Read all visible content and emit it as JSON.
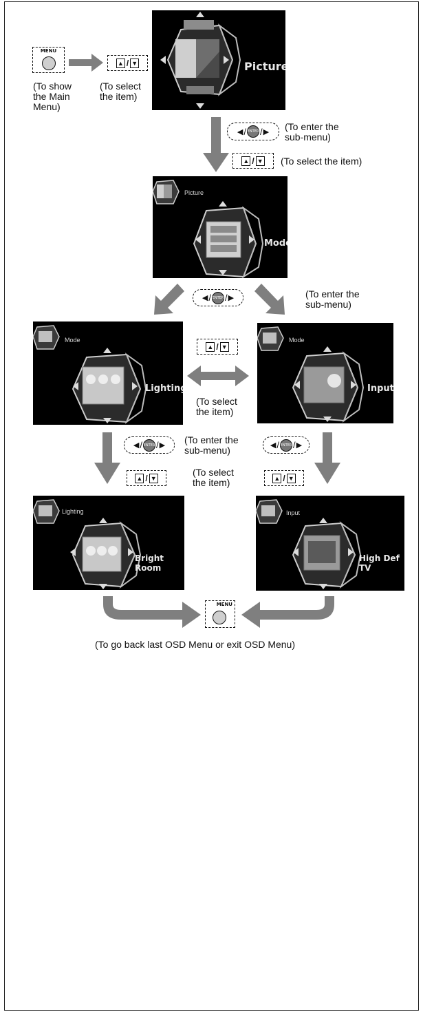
{
  "keys": {
    "menu": "MENU",
    "enter": "ENTER",
    "up_down": [
      "▲",
      "/",
      "▼"
    ]
  },
  "captions": {
    "show_main_menu": "(To show\nthe Main\nMenu)",
    "select_item_1": "(To select\nthe item)",
    "enter_submenu_1": "(To enter the\nsub-menu)",
    "select_item_2": "(To select the item)",
    "enter_submenu_2": "(To enter the\nsub-menu)",
    "select_item_3": "(To select\nthe item)",
    "enter_submenu_3": "(To enter the\nsub-menu)",
    "select_item_4": "(To select\nthe item)",
    "go_back": "(To go back last OSD Menu or exit OSD Menu)"
  },
  "screens": {
    "picture": {
      "label": "Picture"
    },
    "mode": {
      "crumb": "Picture",
      "label": "Mode"
    },
    "lighting": {
      "crumb": "Mode",
      "label": "Lighting"
    },
    "input": {
      "crumb": "Mode",
      "label": "Input"
    },
    "bright_room": {
      "crumb": "Lighting",
      "label": "Bright Room"
    },
    "high_def_tv": {
      "crumb": "Input",
      "label": "High Def TV"
    }
  },
  "colors": {
    "arrow": "#7f7f7f",
    "screen_bg": "#000000",
    "menu_text": "#e8e8e8"
  }
}
